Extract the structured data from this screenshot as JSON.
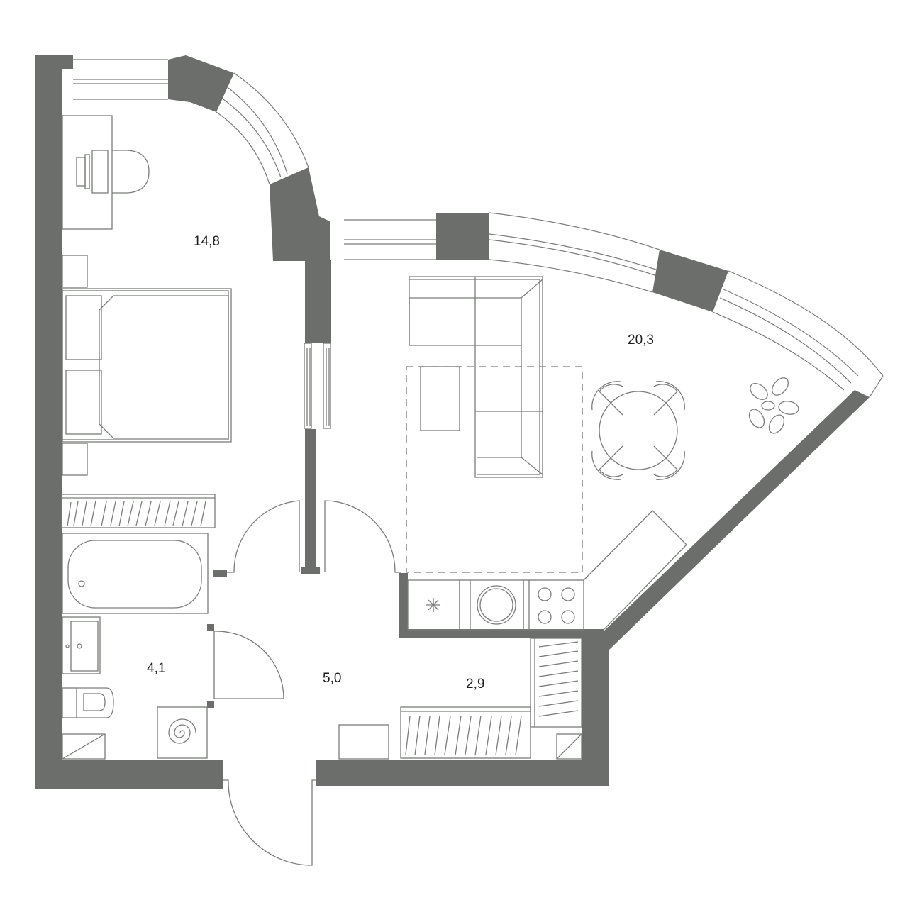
{
  "colors": {
    "wall": "#6b6e6b",
    "line": "#7a7d7a",
    "text": "#1e1e1e",
    "background": "#ffffff"
  },
  "rooms": {
    "bedroom": "14,8",
    "living_kitchen": "20,3",
    "bathroom": "4,1",
    "hall": "5,0",
    "storage": "2,9"
  }
}
